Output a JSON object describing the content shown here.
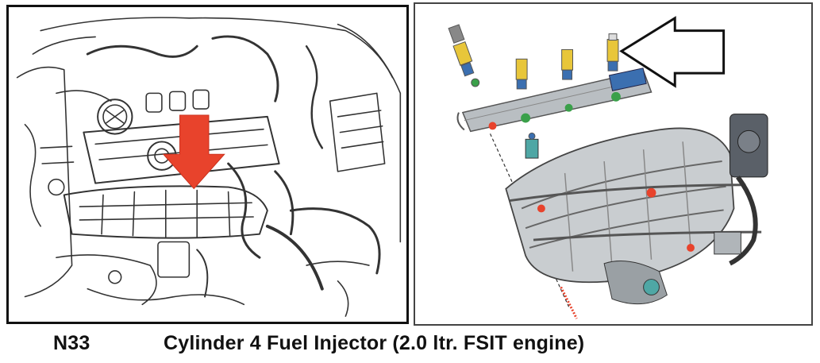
{
  "caption": {
    "code": "N33",
    "description": "Cylinder 4 Fuel Injector (2.0 ltr. FSIT engine)"
  },
  "colors": {
    "indicator_arrow": "#e8432c",
    "injector_body": "#e8c63a",
    "connector_blue": "#3b6fb0",
    "seal_green": "#3aa04a",
    "manifold_gray": "#c9cdd0",
    "line_art": "#333333"
  },
  "left_panel": {
    "content": "engine-bay-line-drawing",
    "indicator": "red-down-arrow"
  },
  "right_panel": {
    "content": "fuel-rail-and-intake-manifold-exploded-view",
    "indicator": "outline-left-arrow"
  }
}
